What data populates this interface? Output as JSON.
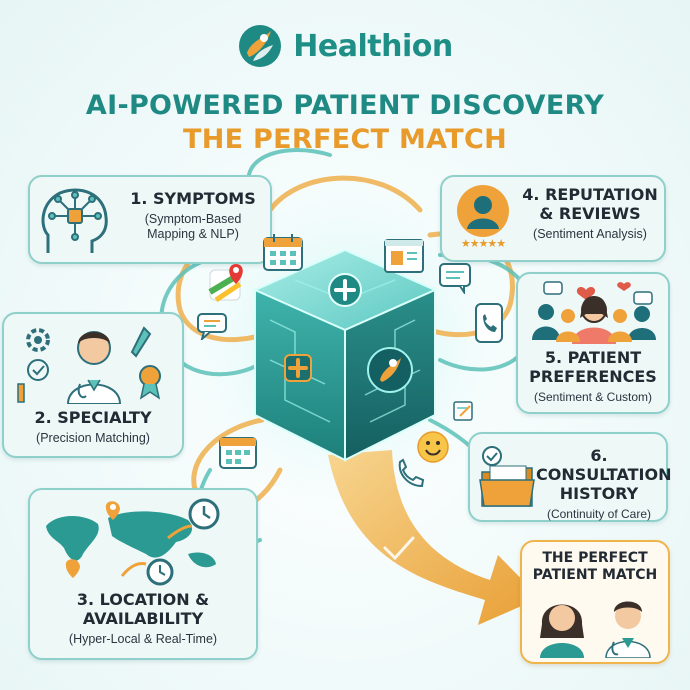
{
  "brand": {
    "name": "Healthion"
  },
  "title": {
    "line1": "AI-POWERED PATIENT DISCOVERY",
    "line2": "THE PERFECT MATCH"
  },
  "cards": [
    {
      "title": "1. SYMPTOMS",
      "subtitle_lines": [
        "(Symptom-Based",
        "Mapping & NLP)"
      ]
    },
    {
      "title": "2. SPECIALTY",
      "subtitle_lines": [
        "(Precision Matching)"
      ]
    },
    {
      "title_lines": [
        "3. LOCATION &",
        "AVAILABILITY"
      ],
      "subtitle_lines": [
        "(Hyper-Local & Real-Time)"
      ]
    },
    {
      "title_lines": [
        "4. REPUTATION",
        "& REVIEWS"
      ],
      "subtitle_lines": [
        "(Sentiment Analysis)"
      ]
    },
    {
      "title_lines": [
        "5. PATIENT",
        "PREFERENCES"
      ],
      "subtitle_lines": [
        "(Sentiment & Custom)"
      ]
    },
    {
      "title_lines": [
        "6. CONSULTATION",
        "HISTORY"
      ],
      "subtitle_lines": [
        "(Continuity of Care)"
      ]
    }
  ],
  "match": {
    "title_lines": [
      "THE PERFECT",
      "PATIENT MATCH"
    ]
  },
  "colors": {
    "teal": "#1f8a84",
    "orange": "#e89a2a",
    "card_border": "#8fd0cb",
    "card_bg": "#eef8f7"
  }
}
